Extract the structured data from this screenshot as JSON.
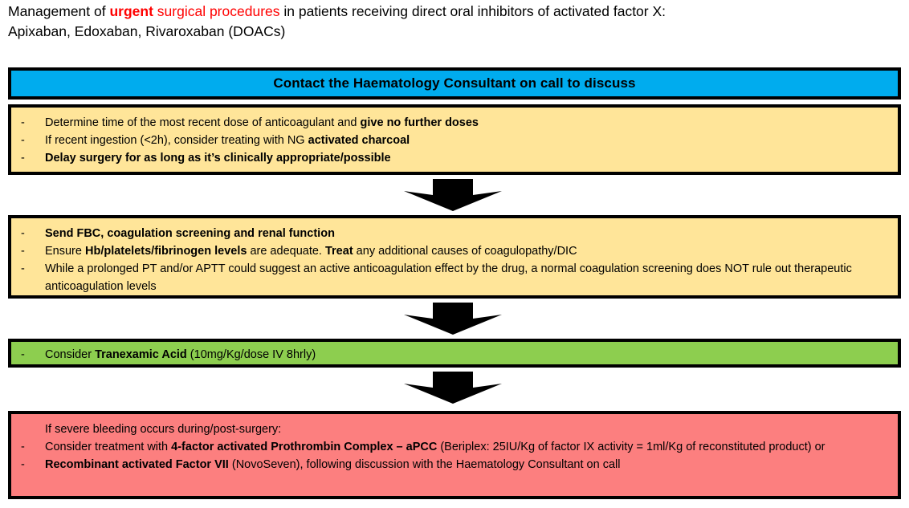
{
  "title": {
    "line1_part1": "Management of ",
    "line1_urgent": "urgent",
    "line1_part2": " surgical procedures",
    "line1_part3": " in patients receiving direct oral inhibitors of activated factor X:",
    "line2": "Apixaban, Edoxaban, Rivaroxaban (DOACs)"
  },
  "banner": {
    "label": "Contact the Haematology Consultant on call to discuss"
  },
  "step1": {
    "bullets": [
      {
        "dash": "-",
        "parts": [
          {
            "text": "Determine time of the most recent dose of anticoagulant and ",
            "bold": false
          },
          {
            "text": "give no further doses",
            "bold": true
          }
        ]
      },
      {
        "dash": "-",
        "parts": [
          {
            "text": "If recent ingestion (<2h), consider treating with NG ",
            "bold": false
          },
          {
            "text": "activated charcoal",
            "bold": true
          }
        ]
      },
      {
        "dash": "-",
        "parts": [
          {
            "text": "Delay surgery for as long as it’s clinically appropriate/possible",
            "bold": true
          }
        ]
      }
    ]
  },
  "step2": {
    "bullets": [
      {
        "dash": "-",
        "parts": [
          {
            "text": "Send FBC, coagulation screening and renal function",
            "bold": true
          }
        ]
      },
      {
        "dash": "-",
        "parts": [
          {
            "text": "Ensure ",
            "bold": false
          },
          {
            "text": "Hb/platelets/fibrinogen levels",
            "bold": true
          },
          {
            "text": " are adequate. ",
            "bold": false
          },
          {
            "text": "Treat",
            "bold": true
          },
          {
            "text": " any additional causes of coagulopathy/DIC",
            "bold": false
          }
        ]
      },
      {
        "dash": "-",
        "parts": [
          {
            "text": "While a prolonged PT and/or APTT could suggest an active anticoagulation effect by the drug, a normal coagulation screening does NOT rule out therapeutic anticoagulation levels",
            "bold": false
          }
        ]
      }
    ]
  },
  "step3": {
    "bullets": [
      {
        "dash": "-",
        "parts": [
          {
            "text": "Consider ",
            "bold": false
          },
          {
            "text": "Tranexamic Acid",
            "bold": true
          },
          {
            "text": " (10mg/Kg/dose IV 8hrly)",
            "bold": false
          }
        ]
      }
    ]
  },
  "step4": {
    "bullets": [
      {
        "dash": "",
        "parts": [
          {
            "text": "If severe bleeding occurs during/post-surgery:",
            "bold": false
          }
        ]
      },
      {
        "dash": "-",
        "parts": [
          {
            "text": "Consider treatment with ",
            "bold": false
          },
          {
            "text": "4-factor activated Prothrombin Complex – aPCC",
            "bold": true
          },
          {
            "text": " (Beriplex: 25IU/Kg of factor IX activity = 1ml/Kg of reconstituted product) or",
            "bold": false
          }
        ]
      },
      {
        "dash": "-",
        "parts": [
          {
            "text": "Recombinant activated Factor VII",
            "bold": true
          },
          {
            "text": " (NovoSeven), following discussion with the Haematology Consultant on call",
            "bold": false
          }
        ]
      }
    ]
  },
  "arrows": [
    {
      "name": "arrow-step1-to-step2"
    },
    {
      "name": "arrow-step2-to-step3"
    },
    {
      "name": "arrow-step3-to-step4"
    }
  ],
  "colors": {
    "banner_blue": "#00ACEE",
    "box_yellow": "#FFE599",
    "box_green": "#8DCE4F",
    "box_red": "#FC7F7F",
    "accent_red_text": "#FF0000",
    "border_black": "#000000"
  }
}
